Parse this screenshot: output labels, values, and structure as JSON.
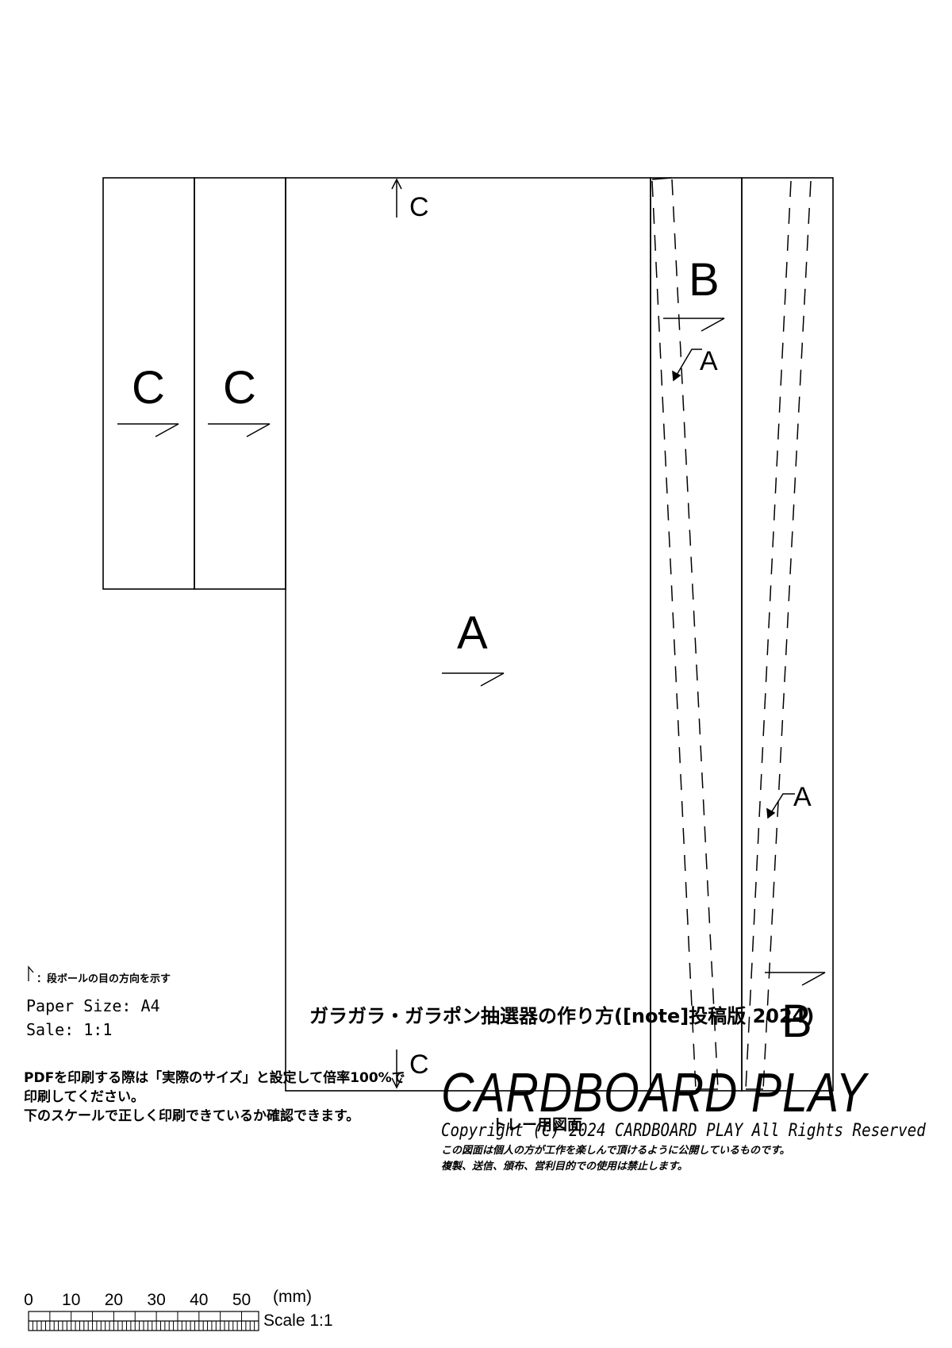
{
  "diagram": {
    "pieces": [
      {
        "id": "strip-c-left",
        "label": "C"
      },
      {
        "id": "strip-c-right",
        "label": "C"
      },
      {
        "id": "tray-main",
        "label": "A"
      },
      {
        "id": "strip-b-top",
        "label": "B"
      },
      {
        "id": "strip-b-bottom",
        "label": "B"
      }
    ],
    "markers": {
      "top_c": "C",
      "bottom_c": "C",
      "a_ref_upper": "A",
      "a_ref_lower": "A"
    },
    "caption": "トレー用図面",
    "legend": "：段ボールの目の方向を示す"
  },
  "footer": {
    "paper_size": "Paper Size: A4",
    "scale_line": "Sale: 1:1",
    "title": "ガラガラ・ガラポン抽選器の作り方([note]投稿版 2024)",
    "note_lines": [
      "PDFを印刷する際は「実際のサイズ」と設定して倍率100%で",
      "印刷してください。",
      "下のスケールで正しく印刷できているか確認できます。"
    ],
    "brand": "CARDBOARD PLAY",
    "copyright": "Copyright (C) 2024 CARDBOARD PLAY All Rights Reserved",
    "sub_lines": [
      "この図面は個人の方が工作を楽しんで頂けるように公開しているものです。",
      "複製、送信、頒布、営利目的での使用は禁止します。"
    ],
    "ruler": {
      "ticks": [
        "0",
        "10",
        "20",
        "30",
        "40",
        "50"
      ],
      "unit": "(mm)",
      "scale_label": "Scale 1:1"
    }
  }
}
